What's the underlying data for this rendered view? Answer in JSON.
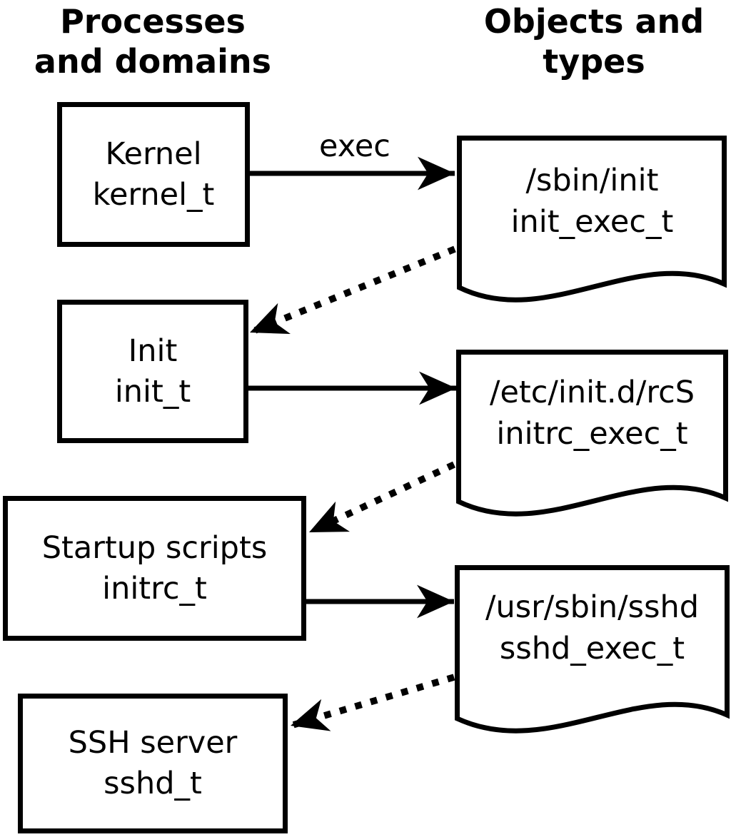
{
  "page": {
    "background": "#ffffff",
    "stroke_color": "#000000"
  },
  "headers": {
    "left": "Processes and domains",
    "right": "Objects and types"
  },
  "edge_label": "exec",
  "processes": [
    {
      "name": "Kernel",
      "type": "kernel_t"
    },
    {
      "name": "Init",
      "type": "init_t"
    },
    {
      "name": "Startup scripts",
      "type": "initrc_t"
    },
    {
      "name": "SSH server",
      "type": "sshd_t"
    }
  ],
  "objects": [
    {
      "path": "/sbin/init",
      "type": "init_exec_t"
    },
    {
      "path": "/etc/init.d/rcS",
      "type": "initrc_exec_t"
    },
    {
      "path": "/usr/sbin/sshd",
      "type": "sshd_exec_t"
    }
  ]
}
